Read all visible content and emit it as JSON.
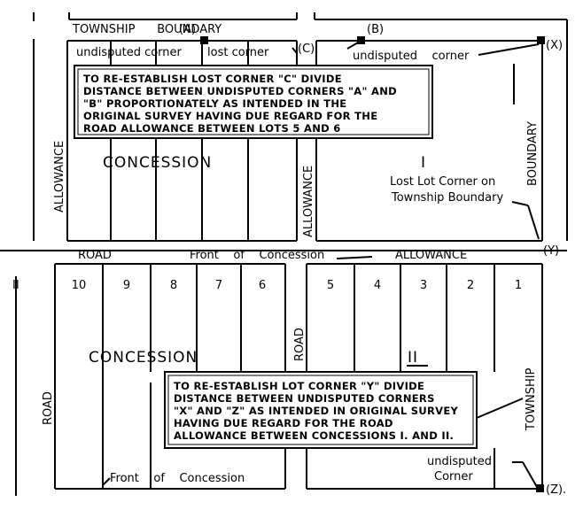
{
  "labels": {
    "township_boundary_top": "TOWNSHIP      BOUNDARY",
    "corner_a": "(A)",
    "corner_b": "(B)",
    "corner_c": "(C)",
    "corner_x": "(X)",
    "corner_y": "(Y)",
    "corner_z": "(Z).",
    "undisputed_corner_left": "undisputed corner",
    "lost_corner": "lost corner",
    "undisputed_corner_right": "undisputed    corner",
    "allowance_left": "ALLOWANCE",
    "allowance_middle": "ALLOWANCE",
    "boundary_right": "BOUNDARY",
    "concession_upper": "CONCESSION",
    "concession_roman_upper": "I",
    "lost_lot_corner_line1": "Lost Lot Corner on",
    "lost_lot_corner_line2": "Township Boundary",
    "road_mid": "ROAD",
    "front_of_concession_upper": "Front    of    Concession",
    "allowance_mid": "ALLOWANCE",
    "margin_left": "II",
    "concession_lower": "CONCESSION",
    "concession_roman_lower": "II",
    "road_left": "ROAD",
    "road_center": "ROAD",
    "township_right": "TOWNSHIP",
    "front_of_concession_lower": "Front    of    Concession",
    "undisputed_corner_bottom_line1": "undisputed",
    "undisputed_corner_bottom_line2": "Corner"
  },
  "lots": {
    "left_block": [
      "10",
      "9",
      "8",
      "7",
      "6"
    ],
    "right_block": [
      "5",
      "4",
      "3",
      "2",
      "1"
    ]
  },
  "notes": {
    "upper": [
      "TO RE-ESTABLISH  LOST CORNER \"C\" DIVIDE",
      "DISTANCE BETWEEN UNDISPUTED CORNERS \"A\" AND",
      "\"B\" PROPORTIONATELY AS  INTENDED IN THE",
      "ORIGINAL SURVEY HAVING DUE REGARD FOR THE",
      "ROAD ALLOWANCE BETWEEN LOTS 5 AND 6"
    ],
    "lower": [
      "TO RE-ESTABLISH LOT CORNER \"Y\" DIVIDE",
      "DISTANCE BETWEEN UNDISPUTED CORNERS",
      "\"X\" AND \"Z\" AS INTENDED IN ORIGINAL SURVEY",
      "HAVING DUE REGARD FOR THE ROAD",
      "ALLOWANCE BETWEEN CONCESSIONS I. AND II."
    ]
  }
}
